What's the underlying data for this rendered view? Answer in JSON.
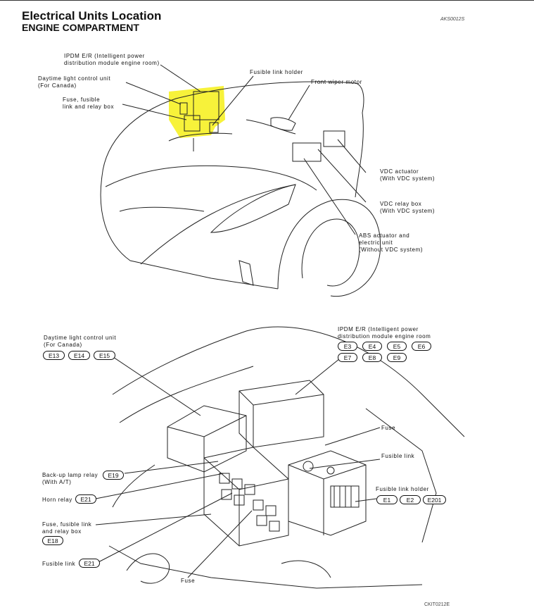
{
  "header": {
    "title": "Electrical Units Location",
    "subtitle": "ENGINE COMPARTMENT",
    "code": "AKS0012S"
  },
  "top_diagram": {
    "ipdm_label": [
      "IPDM E/R (Intelligent power",
      "distribution module engine room)"
    ],
    "daytime_label": [
      "Daytime light control unit",
      "(For Canada)"
    ],
    "fuse_label": [
      "Fuse, fusible",
      "link and relay box"
    ],
    "fusible_holder_label": "Fusible link holder",
    "wiper_label": "Front wiper motor",
    "vdc_actuator_label": [
      "VDC actuator",
      "(With VDC system)"
    ],
    "vdc_relay_label": [
      "VDC relay box",
      "(With VDC system)"
    ],
    "abs_label": [
      "ABS actuator and",
      "electric unit",
      "(Without VDC system)"
    ],
    "highlight_color": "#f7f23a"
  },
  "bottom_diagram": {
    "daytime_label": [
      "Daytime light control unit",
      "(For Canada)"
    ],
    "daytime_connectors": [
      "E13",
      "E14",
      "E15"
    ],
    "ipdm_label": [
      "IPDM E/R (Intelligent power",
      "distribution module engine room"
    ],
    "ipdm_connectors_row1": [
      "E3",
      "E4",
      "E5",
      "E6"
    ],
    "ipdm_connectors_row2": [
      "E7",
      "E8",
      "E9"
    ],
    "fuse_label": "Fuse",
    "fusible_link_label": "Fusible link",
    "fusible_holder_label": "Fusible link holder",
    "fusible_holder_connectors": [
      "E1",
      "E2",
      "E201"
    ],
    "backup_label": [
      "Back-up lamp relay",
      "(With A/T)"
    ],
    "backup_connector": "E19",
    "horn_label": "Horn relay",
    "horn_connector": "E21",
    "fuse_box_label": [
      "Fuse, fusible link",
      "and relay box"
    ],
    "fuse_box_connector": "E18",
    "fusible_link_left_label": "Fusible link",
    "fusible_link_left_connector": "E21",
    "fuse_bottom_label": "Fuse"
  },
  "footer_code": "CKIT0212E"
}
